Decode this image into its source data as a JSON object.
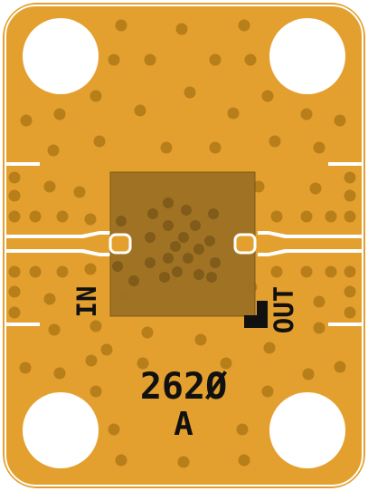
{
  "board": {
    "part_number": "262Ø",
    "revision": "A",
    "port_in_label": "IN",
    "port_out_label": "OUT"
  },
  "colors": {
    "substrate": "#E3A02E",
    "outline": "#ffffff",
    "via": "#B77E1A",
    "chip_pad": "#9D7124",
    "trace_gap": "#ffffff",
    "silkscreen": "#111111",
    "mounting_hole": "#ffffff"
  }
}
